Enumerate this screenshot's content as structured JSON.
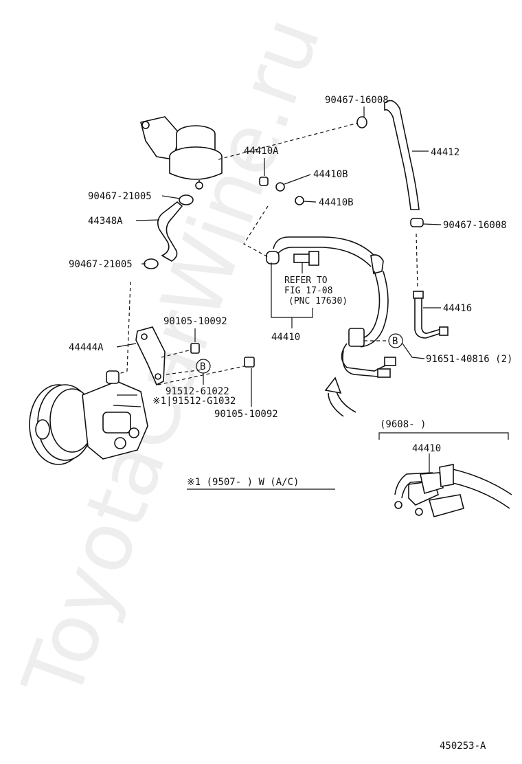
{
  "watermark": "ToyotaCarWine.ru",
  "diagram_id": "450253-A",
  "labels": {
    "p90467_16008_top": "90467-16008",
    "p44412": "44412",
    "p44410A": "44410A",
    "p44410B_1": "44410B",
    "p44410B_2": "44410B",
    "p90467_21005_top": "90467-21005",
    "p44348A": "44348A",
    "p90467_21005_bot": "90467-21005",
    "p90467_16008_right": "90467-16008",
    "refer_1": "REFER TO",
    "refer_2": "FIG 17-08",
    "refer_3": "(PNC 17630)",
    "p44416": "44416",
    "p44410": "44410",
    "p90105_10092_top": "90105-10092",
    "p44444A": "44444A",
    "p91651_40816": "91651-40816 (2)",
    "callout_b_1": "B",
    "callout_b_2": "B",
    "p91512_61022": "91512-61022",
    "p91512_G1032": "※1|91512-G1032",
    "p90105_10092_bot": "90105-10092",
    "inset_range": "(9608-        )",
    "inset_part": "44410",
    "note_1": "※1 (9507-        ) W (A/C)"
  }
}
